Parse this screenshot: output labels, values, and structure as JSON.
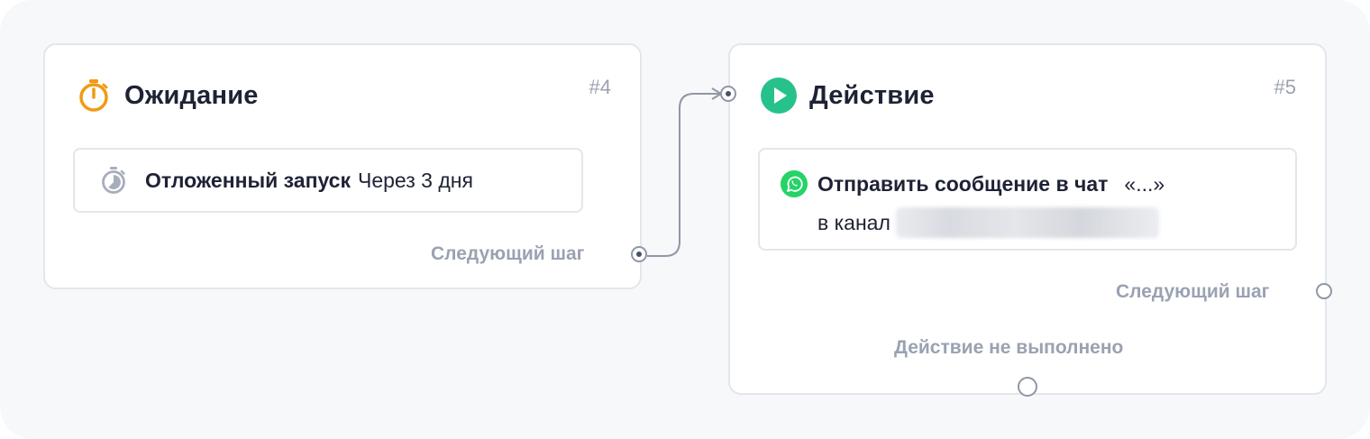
{
  "nodes": {
    "wait": {
      "title": "Ожидание",
      "number": "#4",
      "icon": "stopwatch-icon",
      "accent": "#f29a13",
      "step": {
        "label": "Отложенный запуск",
        "value": "Через 3 дня",
        "icon": "timer-icon"
      },
      "next_step_label": "Следующий шаг"
    },
    "action": {
      "title": "Действие",
      "number": "#5",
      "icon": "play-icon",
      "accent": "#27c28b",
      "step": {
        "label": "Отправить сообщение в чат",
        "chat": "«...»",
        "channel_label": "в канал",
        "channel_value": "",
        "icon": "whatsapp-icon",
        "icon_color": "#25d366"
      },
      "next_step_label": "Следующий шаг",
      "failed_label": "Действие не выполнено"
    }
  },
  "colors": {
    "canvas_bg": "#f7f8fa",
    "border": "#e3e6ec",
    "muted_text": "#9aa2b1",
    "connector": "#8f97a6"
  }
}
